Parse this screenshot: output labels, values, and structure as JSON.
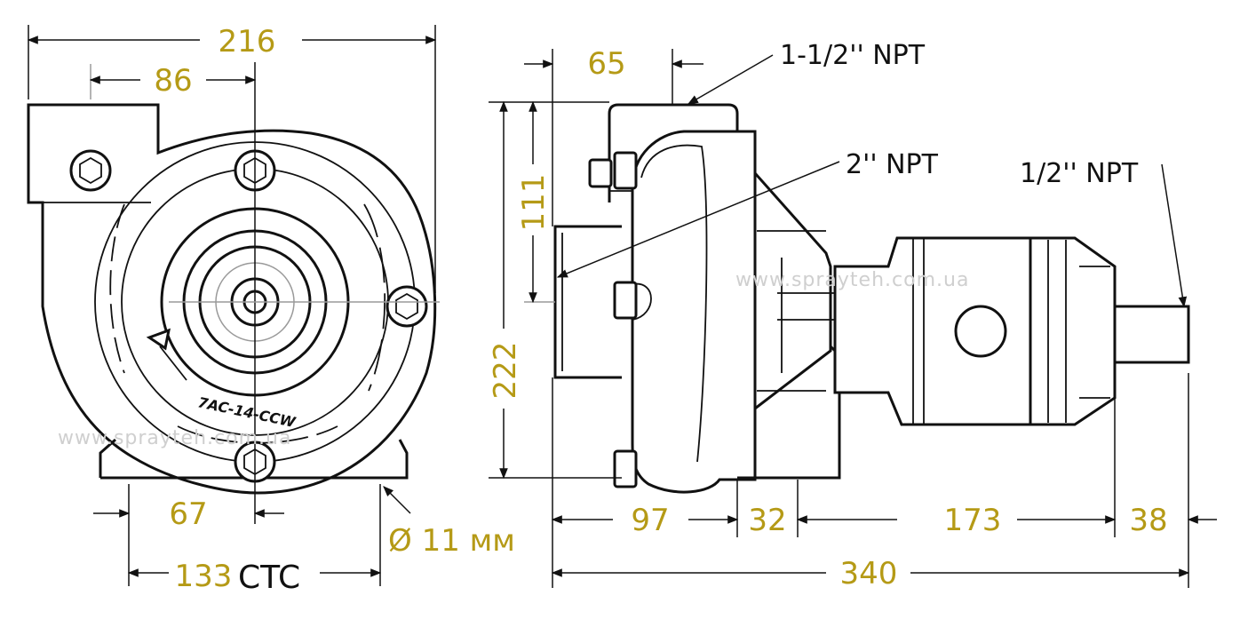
{
  "front_view": {
    "overall_width": "216",
    "offset_to_center": "86",
    "foot_offset": "67",
    "bolt_spacing": "133",
    "bolt_spacing_suffix": "CTC",
    "hole_diameter": "Ø 11 мм",
    "model_stamp": "7AC-14-CCW"
  },
  "side_view": {
    "suction_width": "65",
    "port_height": "111",
    "overall_height": "222",
    "pump_length": "97",
    "bracket_length": "32",
    "motor_length": "173",
    "shaft_length": "38",
    "overall_length": "340",
    "discharge_port": "1-1/2'' NPT",
    "suction_port": "2'' NPT",
    "drain_port": "1/2'' NPT"
  },
  "watermarks": [
    "www.sprayteh.com.ua",
    "www.sprayteh.com.ua"
  ],
  "colors": {
    "dimension_text": "#b59a16",
    "line": "#111111",
    "watermark": "#cfcfcf"
  }
}
